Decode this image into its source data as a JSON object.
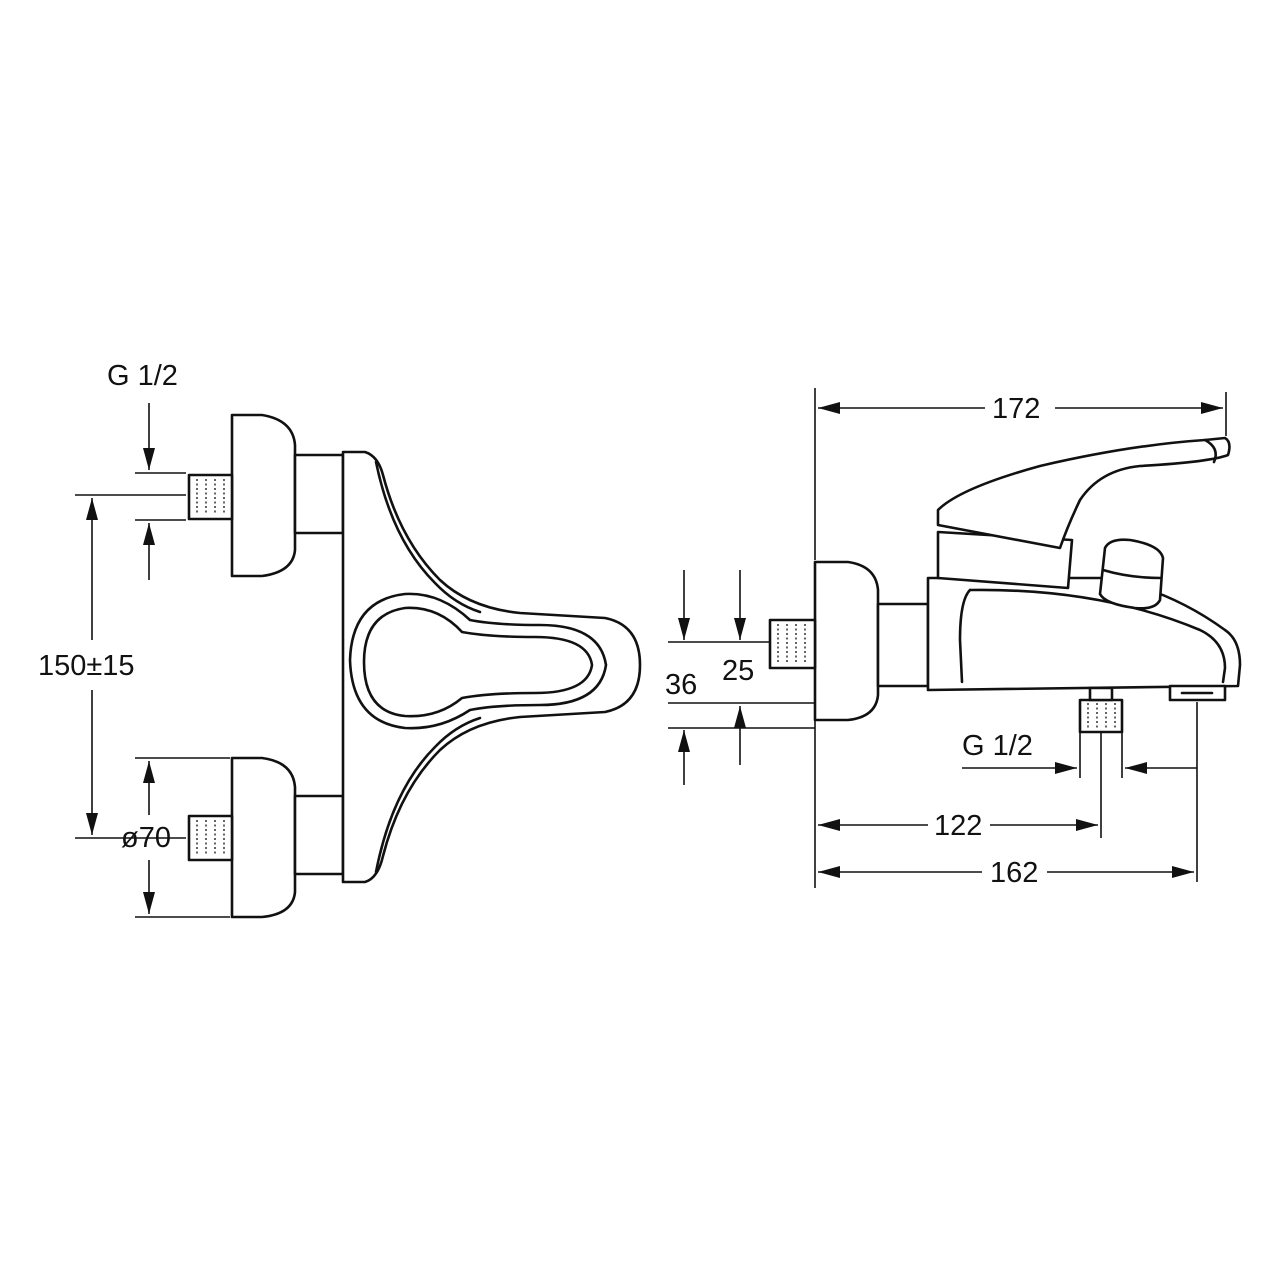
{
  "front_view": {
    "thread_label": "G 1/2",
    "center_distance": "150±15",
    "rosette_diameter": "ø70"
  },
  "side_view": {
    "overall_length": "172",
    "height_outer": "36",
    "height_inner": "25",
    "outlet_thread": "G 1/2",
    "outlet_distance": "122",
    "spout_distance": "162"
  },
  "colors": {
    "line": "#111111",
    "background": "#ffffff"
  }
}
